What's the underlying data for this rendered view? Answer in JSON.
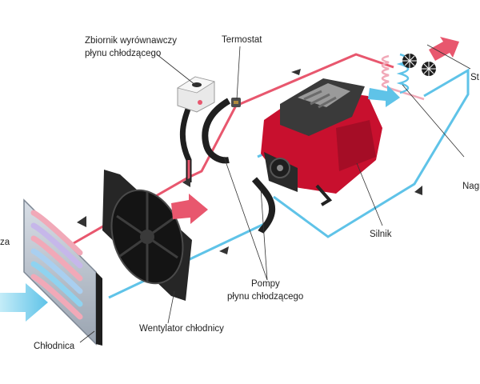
{
  "labels": {
    "tank_line1": "Zbiornik wyrównawczy",
    "tank_line2": "płynu chłodzącego",
    "thermostat": "Termostat",
    "heater_partial": "St",
    "heater_core_partial": "Nagr",
    "engine": "Silnik",
    "air_partial": "za",
    "pumps_line1": "Pompy",
    "pumps_line2": "płynu chłodzącego",
    "fan": "Wentylator chłodnicy",
    "radiator": "Chłodnica"
  },
  "colors": {
    "hot": "#e8576e",
    "cold": "#5fc3e8",
    "engine_red": "#c8102e",
    "engine_dark": "#2b2b2b",
    "arrow_dark": "#333333",
    "radiator_frame": "#a9b3bf"
  }
}
